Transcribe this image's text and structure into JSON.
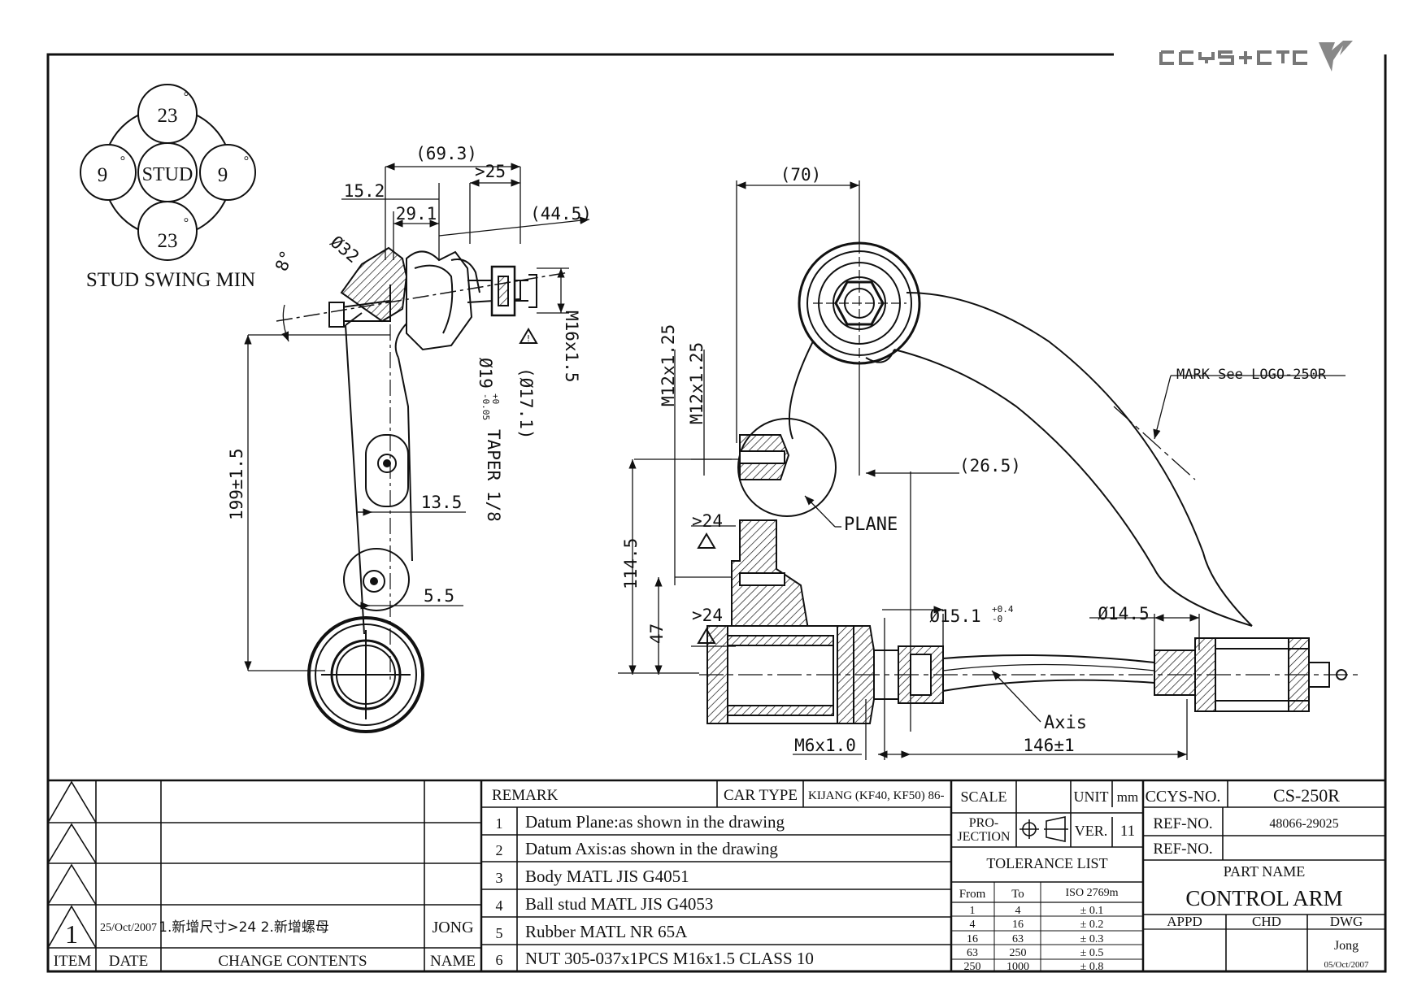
{
  "logo": {
    "text": "CCYS+CTC"
  },
  "stud_swing": {
    "top": "23",
    "bottom": "23",
    "left": "9",
    "right": "9",
    "center": "STUD",
    "degree": "°",
    "caption": "STUD SWING MIN"
  },
  "side_view": {
    "dims": {
      "d69_3": "(69.3)",
      "d25": ">25",
      "d15_2": "15.2",
      "d29_1": "29.1",
      "d44_5": "(44.5)",
      "phi32": "Ø32",
      "angle8": "8°",
      "m16": "M16x1.5",
      "phi19": "Ø19",
      "phi19_tol_upper": "+0",
      "phi19_tol_lower": "-0.05",
      "taper": "TAPER 1/8",
      "phi17": "(Ø17.1)",
      "d199": "199±1.5",
      "d13_5": "13.5",
      "d5_5": "5.5"
    }
  },
  "front_view": {
    "dims": {
      "d70": "(70)",
      "mark": "MARK See LOGO-250R",
      "m12a": "M12x1.25",
      "m12b": "M12x1.25",
      "d26_5": "(26.5)",
      "plane": "PLANE",
      "gt24a": ">24",
      "gt24b": ">24",
      "d114_5": "114.5",
      "d47": "47",
      "phi15": "Ø15.1",
      "phi15_tol_upper": "+0.4",
      "phi15_tol_lower": "-0",
      "phi14": "Ø14.5",
      "axis": "Axis",
      "m6": "M6x1.0",
      "d146": "146±1"
    }
  },
  "revision": {
    "rows": [
      {
        "item": "",
        "date": "",
        "change": "",
        "name": ""
      },
      {
        "item": "",
        "date": "",
        "change": "",
        "name": ""
      },
      {
        "item": "",
        "date": "",
        "change": "",
        "name": ""
      },
      {
        "item": "1",
        "date": "25/Oct/2007",
        "change": "1.新增尺寸>24 2.新增螺母",
        "name": "JONG"
      }
    ],
    "headers": {
      "item": "ITEM",
      "date": "DATE",
      "change": "CHANGE CONTENTS",
      "name": "NAME"
    }
  },
  "remark": {
    "header": "REMARK",
    "car_type_label": "CAR TYPE",
    "car_type_value": "KIJANG (KF40, KF50) 86-",
    "items": [
      {
        "no": "1",
        "text": "Datum Plane:as shown in the drawing"
      },
      {
        "no": "2",
        "text": "Datum Axis:as shown in the drawing"
      },
      {
        "no": "3",
        "text": "Body MATL JIS G4051"
      },
      {
        "no": "4",
        "text": "Ball stud MATL JIS G4053"
      },
      {
        "no": "5",
        "text": "Rubber MATL NR 65A"
      },
      {
        "no": "6",
        "text": "NUT 305-037x1PCS M16x1.5 CLASS 10"
      }
    ]
  },
  "specs": {
    "scale_label": "SCALE",
    "scale_value": "",
    "unit_label": "UNIT",
    "unit_value": "mm",
    "projection_label_1": "PRO-",
    "projection_label_2": "JECTION",
    "ver_label": "VER.",
    "ver_value": "11",
    "tolerance_title": "TOLERANCE LIST",
    "tol_headers": [
      "From",
      "To",
      "ISO 2769m"
    ],
    "tolerance": [
      [
        "1",
        "4",
        "± 0.1"
      ],
      [
        "4",
        "16",
        "± 0.2"
      ],
      [
        "16",
        "63",
        "± 0.3"
      ],
      [
        "63",
        "250",
        "± 0.5"
      ],
      [
        "250",
        "1000",
        "± 0.8"
      ]
    ]
  },
  "title_block": {
    "ccys_label": "CCYS-NO.",
    "ccys_value": "CS-250R",
    "ref1_label": "REF-NO.",
    "ref1_value": "48066-29025",
    "ref2_label": "REF-NO.",
    "ref2_value": "",
    "part_name_label": "PART NAME",
    "part_name": "CONTROL ARM",
    "appd_label": "APPD",
    "chd_label": "CHD",
    "dwg_label": "DWG",
    "dwg_name": "Jong",
    "dwg_date": "05/Oct/2007"
  }
}
